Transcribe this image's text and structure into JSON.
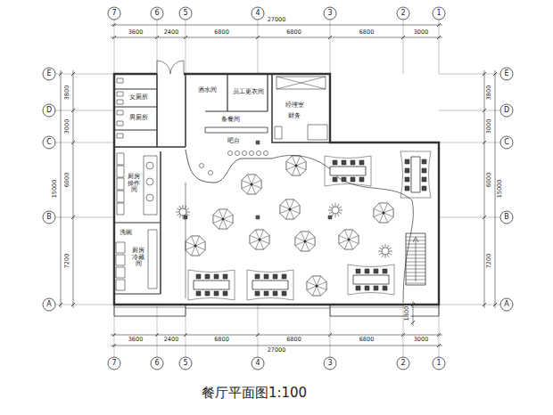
{
  "diagram": {
    "caption": "餐厅平面图1:100",
    "labels": [
      "7",
      "6",
      "5",
      "4",
      "3",
      "2",
      "1",
      "27000",
      "3600",
      "2400",
      "6800",
      "6800",
      "6800",
      "3000",
      "E",
      "D",
      "C",
      "B",
      "A",
      "3800",
      "3000",
      "6000",
      "7200",
      "15000",
      "E",
      "D",
      "C",
      "B",
      "A",
      "3800",
      "3000",
      "6000",
      "7200",
      "15000",
      "3600",
      "2400",
      "6800",
      "6800",
      "6800",
      "3000",
      "27000",
      "7",
      "6",
      "5",
      "4",
      "3",
      "2",
      "1",
      "1800",
      "女厕所",
      "男厕所",
      "厨房操作间",
      "洗碗",
      "厨房冷藏间",
      "酒水间",
      "员工更衣间",
      "备餐间",
      "吧台",
      "经理室",
      "财务"
    ]
  }
}
